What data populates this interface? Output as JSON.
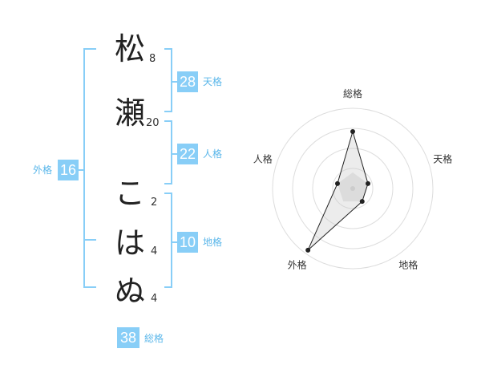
{
  "name": {
    "chars": [
      "松",
      "瀬",
      "こ",
      "は",
      "ぬ"
    ],
    "strokes": [
      "8",
      "20",
      "2",
      "4",
      "4"
    ]
  },
  "kaku": {
    "tenkaku": {
      "value": "28",
      "label": "天格"
    },
    "jinkaku": {
      "value": "22",
      "label": "人格"
    },
    "chikaku": {
      "value": "10",
      "label": "地格"
    },
    "gaikaku": {
      "value": "16",
      "label": "外格"
    },
    "soukaku": {
      "value": "38",
      "label": "総格"
    }
  },
  "colors": {
    "accent": "#88cef7",
    "label": "#5bb7ea",
    "ring": "#dddddd",
    "fill": "#e6e6e6",
    "line": "#222222"
  },
  "chart_data": {
    "type": "radar",
    "axes": [
      "総格",
      "天格",
      "地格",
      "外格",
      "人格"
    ],
    "values": [
      0.71,
      0.2,
      0.2,
      0.95,
      0.2
    ],
    "rings": 4,
    "series": [
      {
        "values": [
          0.71,
          0.2,
          0.2,
          0.95,
          0.2
        ]
      }
    ]
  }
}
